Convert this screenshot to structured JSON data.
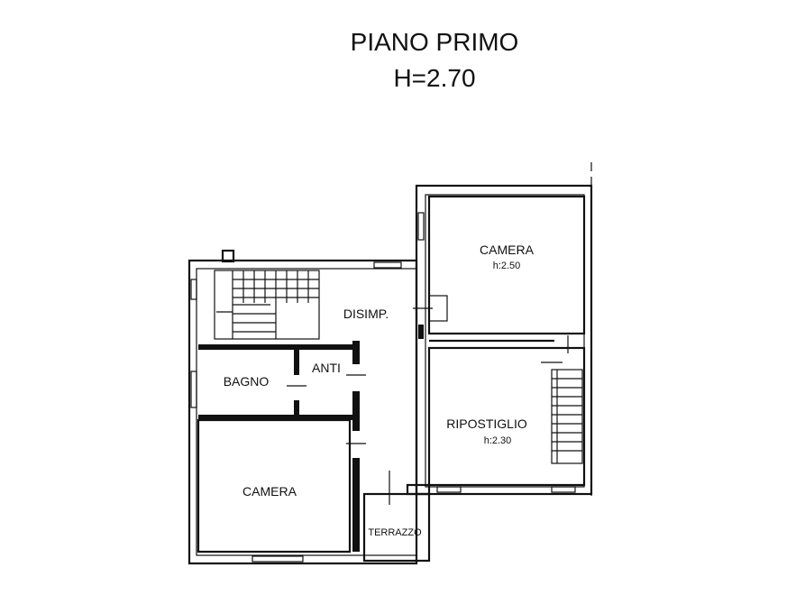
{
  "title": {
    "line1": "PIANO PRIMO",
    "line2": "H=2.70"
  },
  "rooms": {
    "camera_top": {
      "name": "CAMERA",
      "height": "h:2.50"
    },
    "disimp": {
      "name": "DISIMP."
    },
    "anti": {
      "name": "ANTI"
    },
    "bagno": {
      "name": "BAGNO"
    },
    "ripostiglio": {
      "name": "RIPOSTIGLIO",
      "height": "h:2.30"
    },
    "camera_bottom": {
      "name": "CAMERA"
    },
    "terrazzo": {
      "name": "TERRAZZO"
    }
  },
  "colors": {
    "ink": "#111111",
    "paper": "#ffffff"
  }
}
